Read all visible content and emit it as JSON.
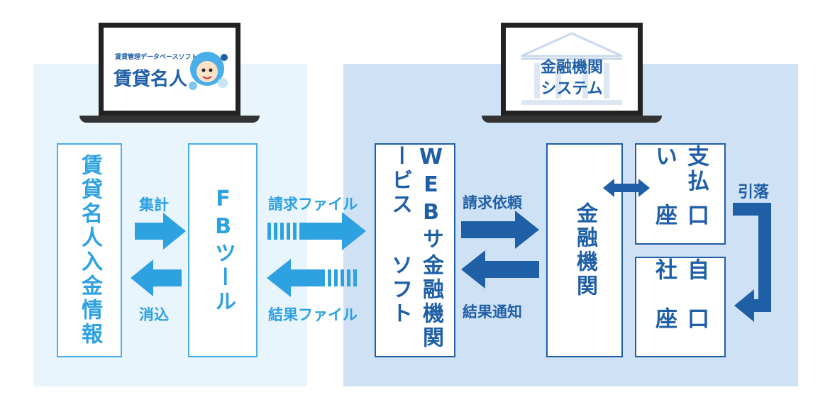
{
  "laptop_left": {
    "logo_subtitle": "賃貸管理データベースソフト",
    "logo_title": "賃貸名人"
  },
  "laptop_right": {
    "title_line1": "金融機関",
    "title_line2": "システム"
  },
  "boxes": {
    "rent_info": "賃貸名人入金情報",
    "fb_tool": "FBツール",
    "web_col1": "WEBサービス",
    "web_col2": "金融機関ソフト",
    "bank": "金融機関",
    "pay_col1": "支払い",
    "pay_col2": "口座",
    "own_col1": "自社",
    "own_col2": "口座"
  },
  "labels": {
    "aggregate": "集計",
    "clear": "消込",
    "request_file": "請求ファイル",
    "result_file": "結果ファイル",
    "request_commission": "請求依頼",
    "result_notice": "結果通知",
    "withdrawal": "引落"
  },
  "colors": {
    "light_blue": "#2ea1e0",
    "dark_blue": "#1f5fa6",
    "left_panel": "#e8f5fd",
    "right_panel": "#cfe1f5"
  }
}
